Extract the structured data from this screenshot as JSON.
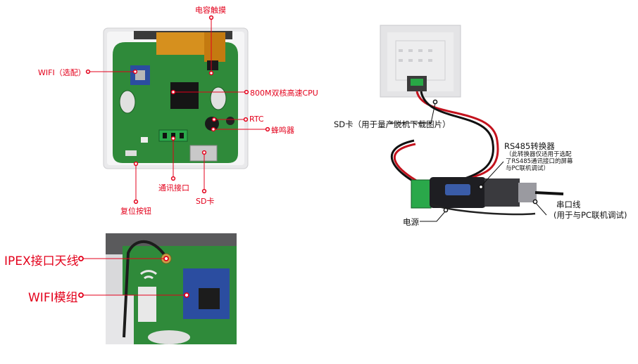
{
  "board_photo": {
    "labels": {
      "touch": "电容触摸",
      "wifi": "WIFI（选配）",
      "cpu": "800M双核高速CPU",
      "rtc": "RTC",
      "buzzer": "蜂鸣器",
      "comm": "通讯接口",
      "sd": "SD卡",
      "reset": "复位按钮"
    }
  },
  "connection_photo": {
    "labels": {
      "sd_card": "SD卡（用于量产脱机下载图片）",
      "converter_title": "RS485转换器",
      "converter_note": [
        "（此转换器仅适用于选配",
        "了RS485通讯接口的屏幕",
        "与PC联机调试）"
      ],
      "serial_line": "串口线",
      "serial_note": "(用于与PC联机调试)",
      "power": "电源"
    }
  },
  "closeup_photo": {
    "labels": {
      "ipex": "IPEX接口天线",
      "wifi_module": "WIFI模组"
    }
  }
}
